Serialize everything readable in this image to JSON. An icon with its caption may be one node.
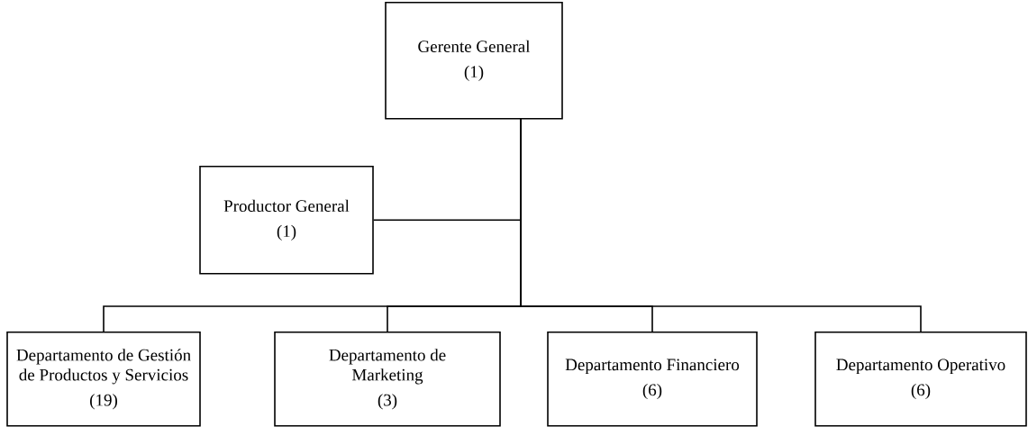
{
  "diagram": {
    "nodes": [
      {
        "text": [
          "Gerente General",
          "(1)"
        ]
      },
      {
        "text": [
          "Productor General",
          "(1)"
        ]
      },
      {
        "text": [
          "Departamento de Gestión de Productos y Servicios",
          "(19)"
        ]
      },
      {
        "text": [
          "Departamento de Marketing",
          "(3)"
        ]
      },
      {
        "text": [
          "Departamento Financiero",
          "(6)"
        ]
      },
      {
        "text": [
          "Departamento Operativo",
          "(6)"
        ]
      }
    ],
    "edges": [
      {
        "from": 0,
        "to": 1,
        "arrow": "none"
      },
      {
        "from": 0,
        "to": 2,
        "arrow": "none"
      },
      {
        "from": 0,
        "to": 3,
        "arrow": "none"
      },
      {
        "from": 0,
        "to": 4,
        "arrow": "none"
      },
      {
        "from": 0,
        "to": 5,
        "arrow": "none"
      }
    ]
  }
}
